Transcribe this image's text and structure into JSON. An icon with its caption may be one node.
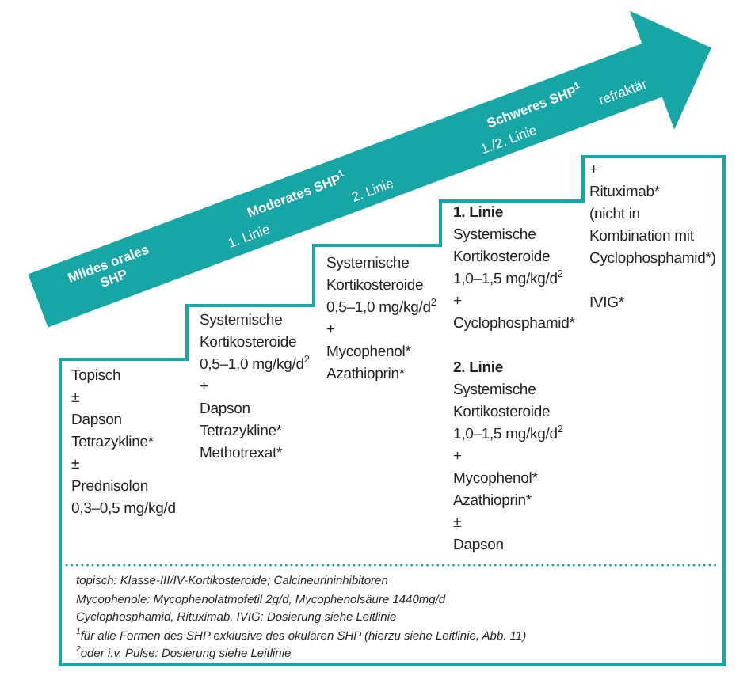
{
  "diagram": {
    "nodes": [
      {
        "text": [
          "Mildes orales SHP",
          "Moderates SHP$^{1}$",
          "1. Linie",
          "2. Linie",
          "Schweres SHP$^{1}$",
          "1./2. Linie",
          "refraktär"
        ]
      },
      {
        "text": [
          "Topisch",
          "±",
          "Dapson",
          "Tetrazykline*",
          "±",
          "Prednisolon 0,3–0,5 mg/kg/d",
          "Systemische Kortikosteroide 0,5–1,0 mg/kg/d$^{2}$",
          "+",
          "Dapson",
          "Tetrazykline*",
          "Methotrexat*",
          "Systemische Kortikosteroide 0,5–1,0 mg/kg/d$^{2}$",
          "+",
          "Mycophenol*",
          "Azathioprin*",
          "1. Linie",
          "Systemische Kortikosteroide 1,0–1,5 mg/kg/d$^{2}$",
          "+",
          "Cyclophosphamid*",
          "2. Linie",
          "Systemische Kortikosteroide 1,0–1,5 mg/kg/d$^{2}$",
          "+",
          "Mycophenol*",
          "Azathioprin*",
          "±",
          "Dapson",
          "+",
          "Rituximab*",
          "(nicht in Kombination mit Cyclophosphamid*)",
          "IVIG*",
          "topisch: Klasse-III/IV-Kortikosteroide; Calcineurininhibitoren",
          "Mycophenole: Mycophenolatmofetil 2g/d, Mycophenolsäure 1440mg/d",
          "Cyclophosphamid, Rituximab, IVIG: Dosierung siehe Leitlinie",
          "$^{1}$für alle Formen des SHP exklusive des okulären SHP (hierzu siehe Leitlinie, Abb. 11)",
          "$^{2}$oder i.v. Pulse: Dosierung siehe Leitlinie"
        ]
      }
    ]
  }
}
